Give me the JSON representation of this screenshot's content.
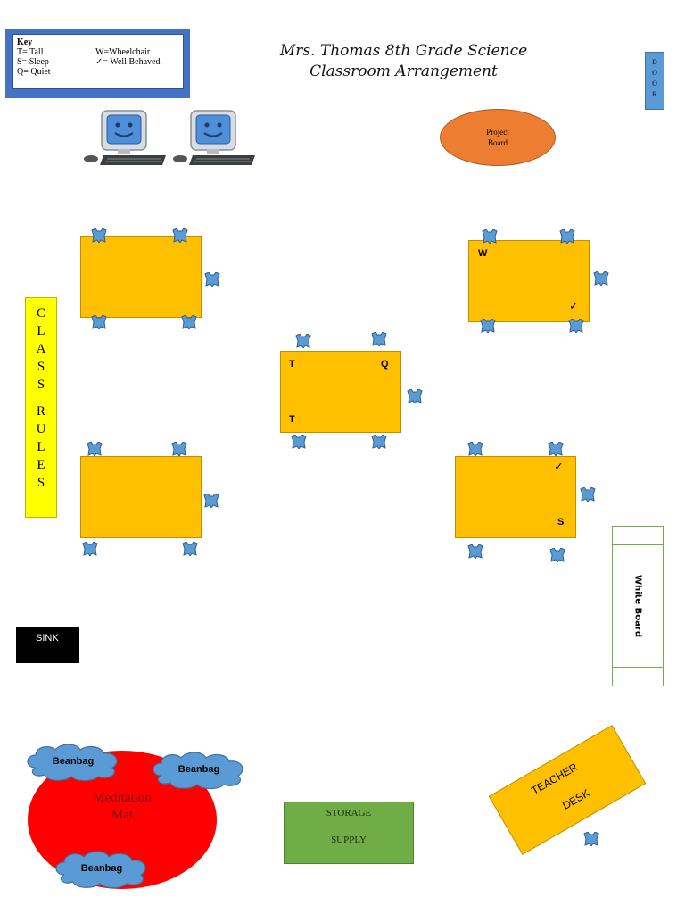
{
  "key": {
    "title": "Key",
    "col1": [
      "T= Tall",
      "S= Sleep",
      "Q= Quiet"
    ],
    "col2": [
      "W=Wheelchair",
      "✓= Well Behaved"
    ]
  },
  "title": {
    "line1": "Mrs. Thomas 8th Grade Science",
    "line2": "Classroom Arrangement"
  },
  "door": [
    "D",
    "O",
    "O",
    "R"
  ],
  "project_board": {
    "line1": "Project",
    "line2": "Board"
  },
  "class_rules": [
    "C",
    "L",
    "A",
    "S",
    "S",
    "",
    "R",
    "U",
    "L",
    "E",
    "S"
  ],
  "tables": {
    "top_right": {
      "w": "W",
      "check": "✓"
    },
    "center": {
      "t1": "T",
      "q": "Q",
      "t2": "T"
    },
    "bottom_right": {
      "check": "✓",
      "s": "S"
    }
  },
  "white_board": "White Board",
  "sink": "SINK",
  "meditation": {
    "line1": "Meditation",
    "line2": "Mat"
  },
  "beanbags": [
    "Beanbag",
    "Beanbag",
    "Beanbag"
  ],
  "storage": {
    "line1": "STORAGE",
    "line2": "SUPPLY"
  },
  "teacher_desk": {
    "line1": "TEACHER",
    "line2": "DESK"
  },
  "colors": {
    "table": "#ffc000",
    "chair": "#5b9bd5",
    "key_frame": "#4472c4",
    "door": "#5b9bd5",
    "project_board": "#ed7d31",
    "rules": "#ffff00",
    "mat": "#ff0000",
    "beanbag": "#5b9bd5",
    "storage": "#70ad47",
    "whiteboard_border": "#70ad47"
  },
  "icons": [
    "computer-icon",
    "chair-icon",
    "checkmark-icon"
  ]
}
